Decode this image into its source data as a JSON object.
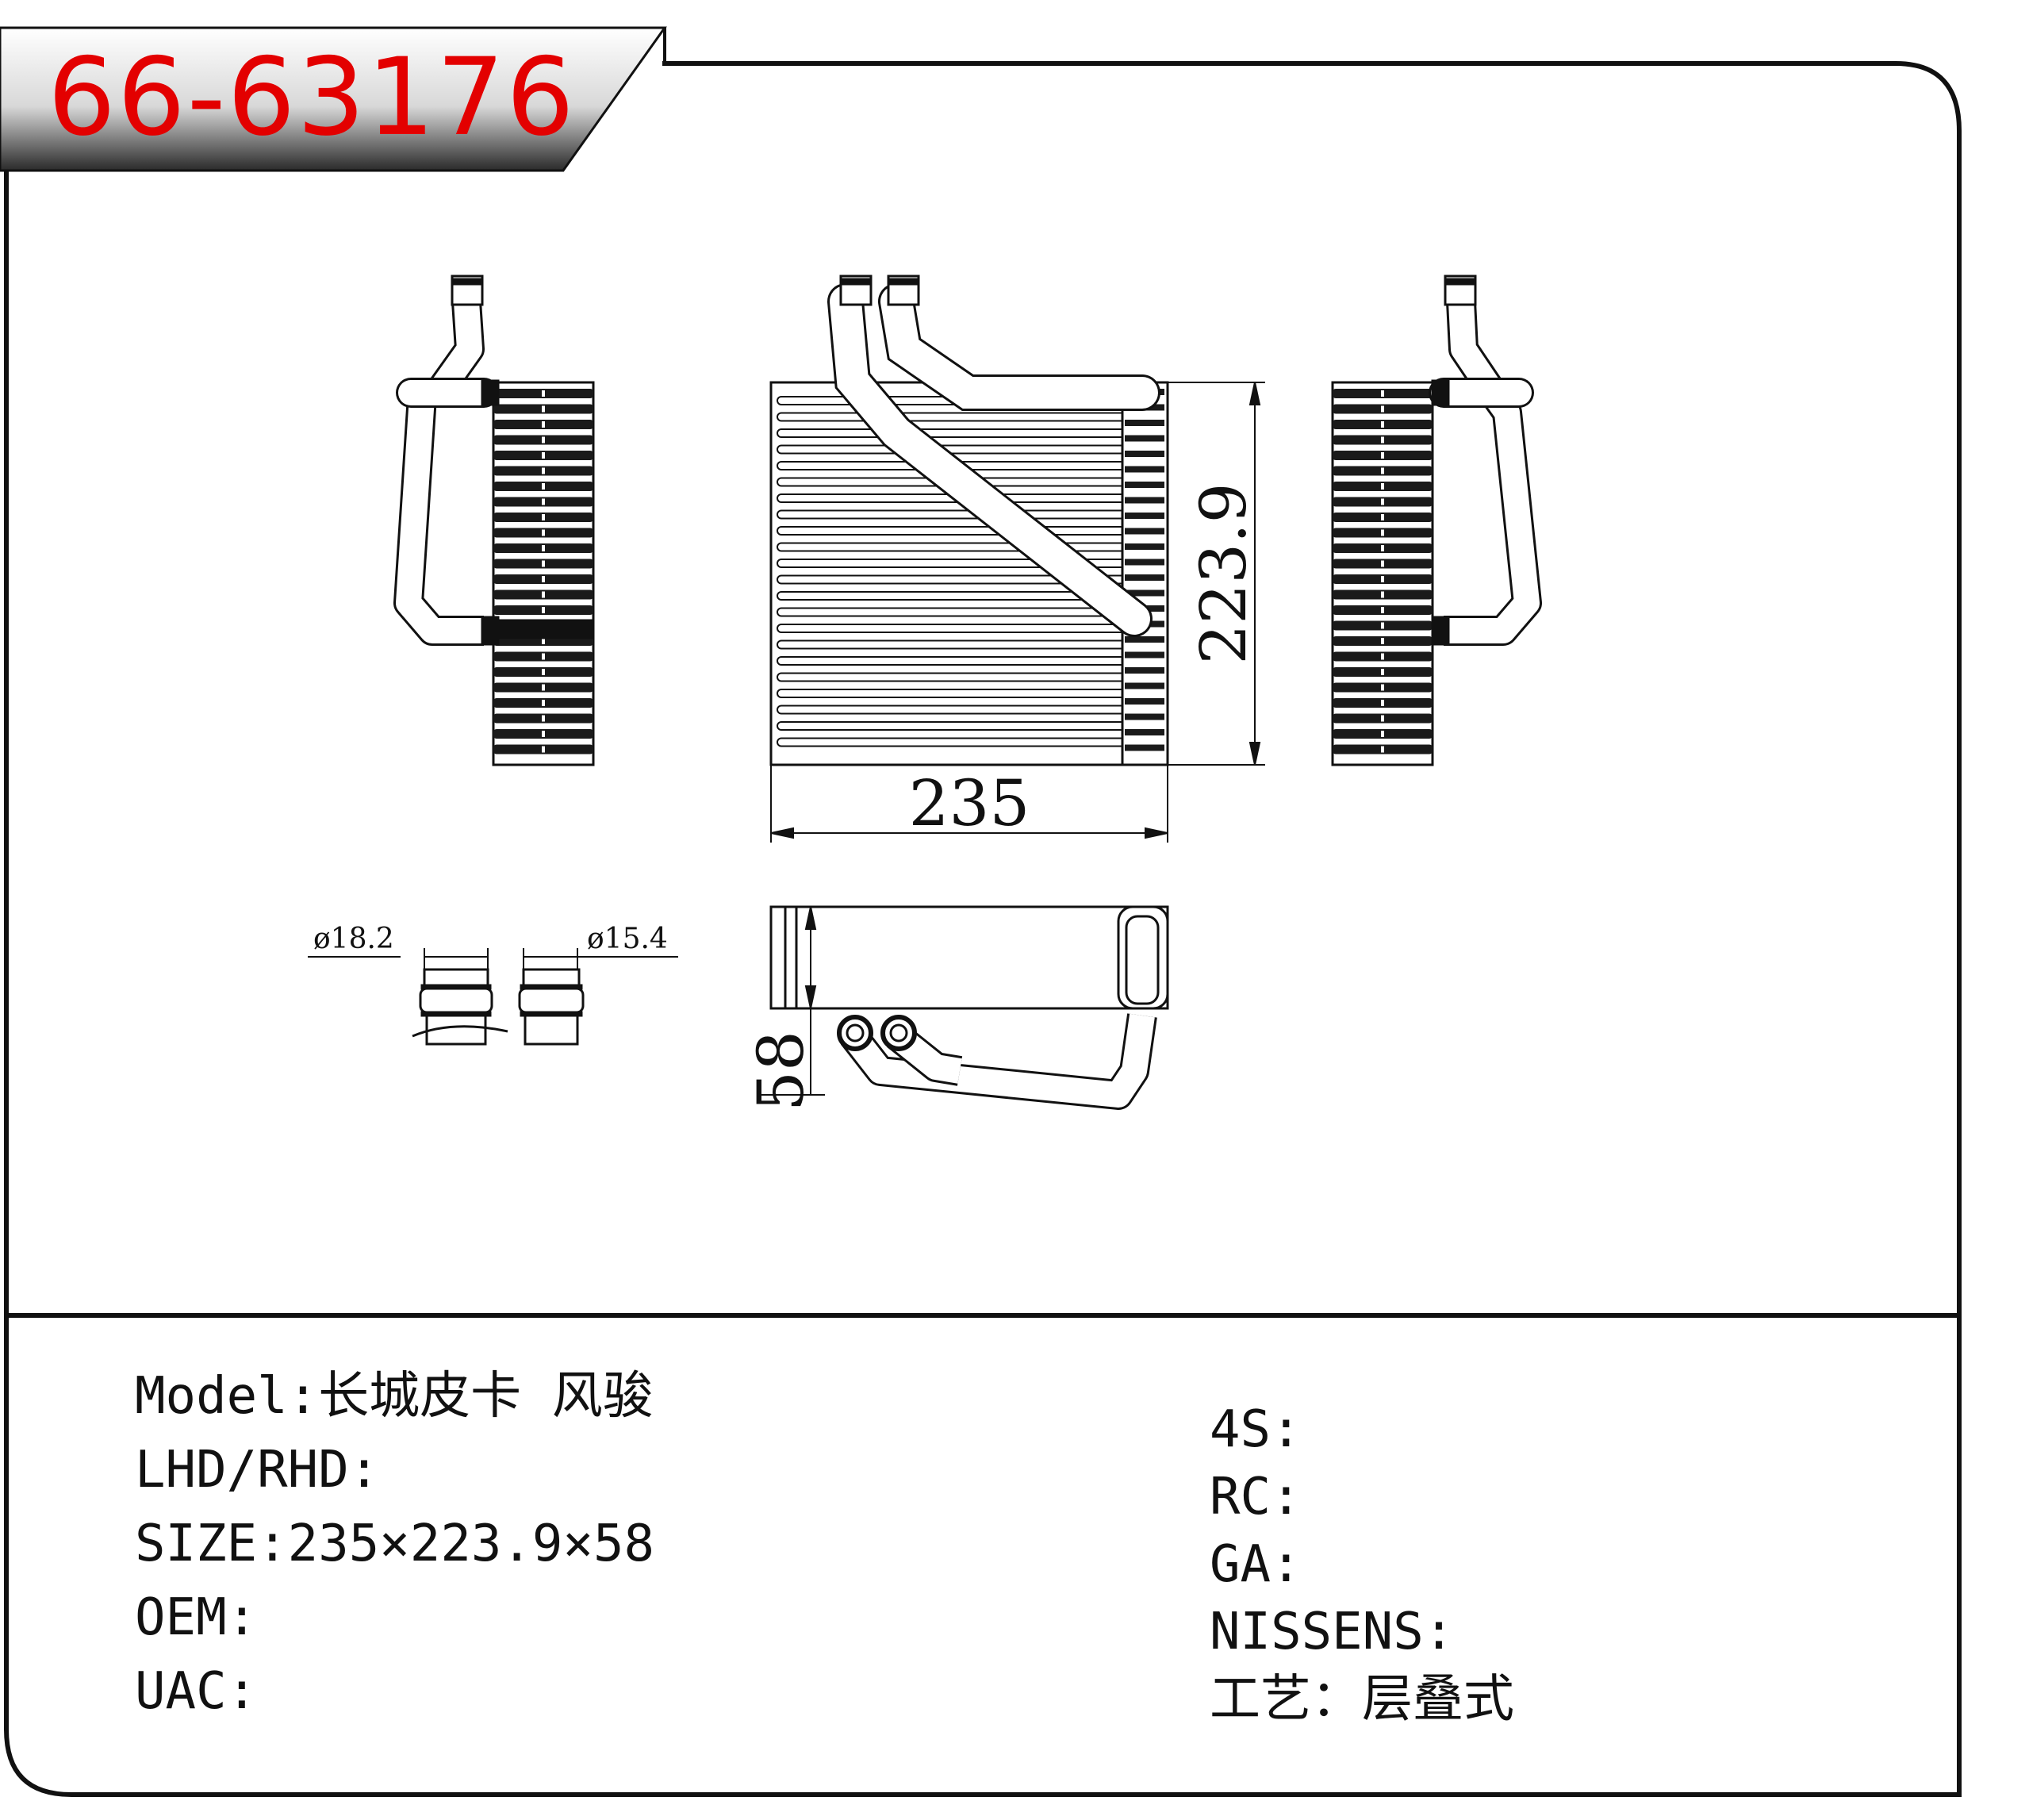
{
  "part_number": "66-63176",
  "dimensions": {
    "width": "235",
    "height": "223.9",
    "depth": "58",
    "pipe_large": "ø18.2",
    "pipe_small": "ø15.4"
  },
  "specs_left": [
    {
      "label": "Model",
      "sep": ":",
      "value": "长城皮卡 风骏"
    },
    {
      "label": "LHD/RHD",
      "sep": ":",
      "value": ""
    },
    {
      "label": "SIZE",
      "sep": ":",
      "value": "235×223.9×58"
    },
    {
      "label": "OEM",
      "sep": ":",
      "value": ""
    },
    {
      "label": "UAC",
      "sep": ":",
      "value": ""
    }
  ],
  "specs_right": [
    {
      "label": "4S",
      "sep": ":",
      "value": ""
    },
    {
      "label": "RC",
      "sep": ":",
      "value": ""
    },
    {
      "label": "GA",
      "sep": ":",
      "value": ""
    },
    {
      "label": "NISSENS",
      "sep": ":",
      "value": ""
    },
    {
      "label": "工艺",
      "sep": "：",
      "value": "层叠式"
    }
  ],
  "colors": {
    "part_number": "#e30000",
    "line": "#111111",
    "fin_dark": "#1a1a1a"
  }
}
